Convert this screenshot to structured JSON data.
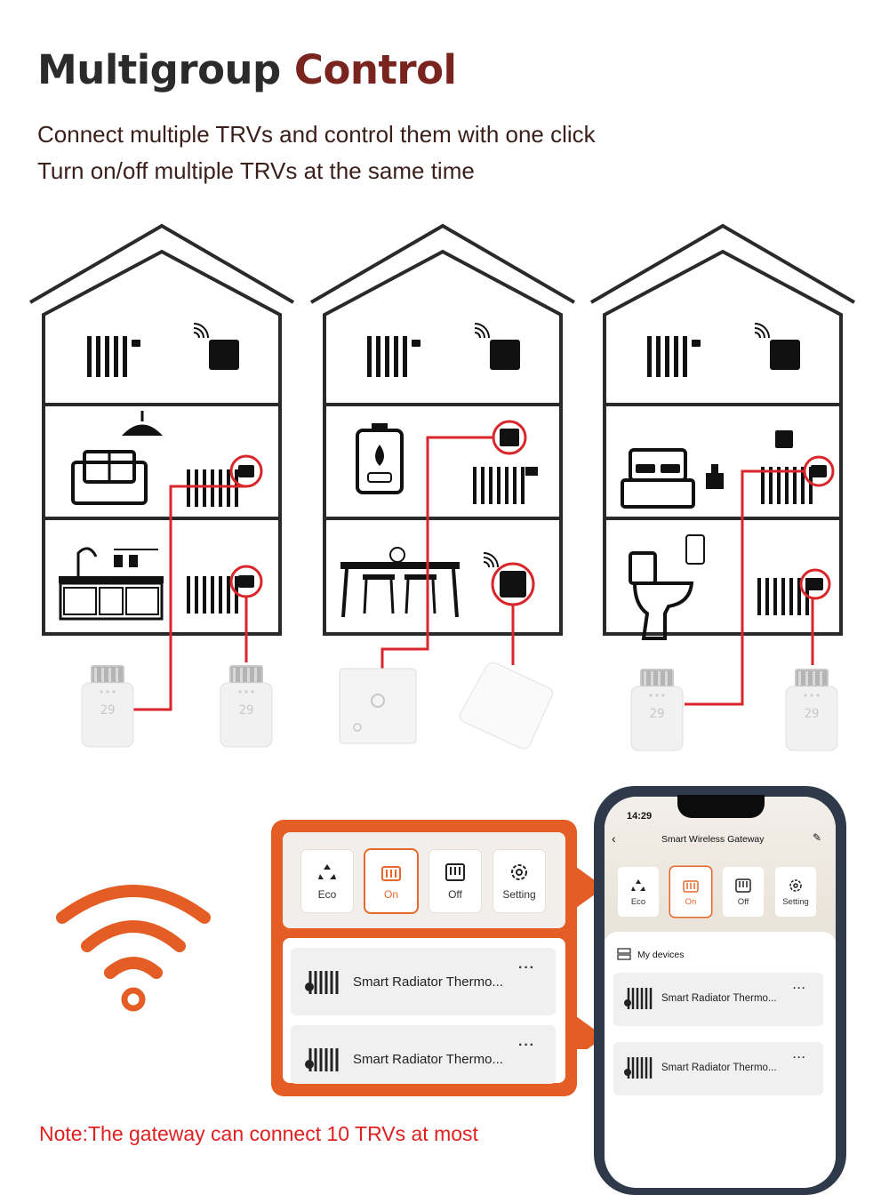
{
  "header": {
    "title_part1": "Multigroup",
    "title_part2": "Control",
    "subtitle_line1": "Connect multiple TRVs and control them with one click",
    "subtitle_line2": "Turn on/off multiple TRVs at the same time"
  },
  "panel": {
    "modes": [
      {
        "label": "Eco",
        "icon": "recycle-icon"
      },
      {
        "label": "On",
        "icon": "heating-on-icon",
        "selected": true
      },
      {
        "label": "Off",
        "icon": "heating-off-icon"
      },
      {
        "label": "Setting",
        "icon": "gear-icon"
      }
    ],
    "devices": [
      {
        "name": "Smart Radiator Thermo...",
        "icon": "radiator-icon"
      },
      {
        "name": "Smart Radiator Thermo...",
        "icon": "radiator-icon"
      }
    ],
    "more_glyph": "···"
  },
  "phone": {
    "time": "14:29",
    "title": "Smart Wireless Gateway",
    "section_title": "My devices",
    "modes": [
      {
        "label": "Eco"
      },
      {
        "label": "On",
        "selected": true
      },
      {
        "label": "Off"
      },
      {
        "label": "Setting"
      }
    ],
    "devices": [
      {
        "name": "Smart Radiator Thermo..."
      },
      {
        "name": "Smart Radiator Thermo..."
      }
    ]
  },
  "note": "Note:The gateway can connect 10 TRVs at most",
  "colors": {
    "accent": "#e35d24",
    "highlight_ring": "#d8262b",
    "title_dark": "#2b2b2b",
    "title_red": "#7a2420",
    "note_red": "#e02020"
  }
}
